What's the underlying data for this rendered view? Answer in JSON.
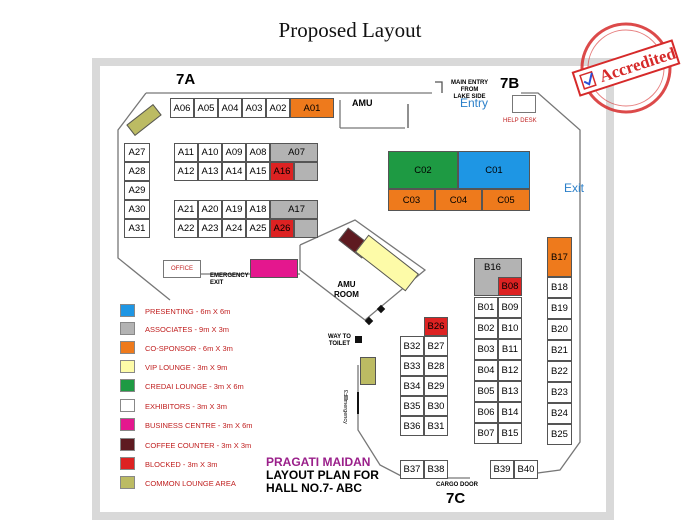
{
  "page": {
    "title": "Proposed Layout"
  },
  "stamp": {
    "text": "Accredited"
  },
  "labels": {
    "zone_7a": "7A",
    "zone_7b": "7B",
    "zone_7c": "7C",
    "amu": "AMU",
    "amu_room": "AMU\nROOM",
    "main_entry": "MAIN ENTRY\nFROM\nLAKE SIDE",
    "entry": "Entry",
    "help_desk": "HELP DESK",
    "exit": "Exit",
    "office": "OFFICE",
    "emergency_exit": "EMERGENCY\nEXIT",
    "way_to_toilet": "WAY TO\nTOILET",
    "emergency_side": "Emergency",
    "side_code": "EF3",
    "cargo_door": "CARGO DOOR"
  },
  "plan_title": {
    "line1": "PRAGATI MAIDAN",
    "line2": "LAYOUT PLAN FOR",
    "line3": "HALL NO.7- ABC"
  },
  "legend": [
    {
      "label": "PRESENTING - 6m X 6m",
      "color": "#1e96e4"
    },
    {
      "label": "ASSOCIATES - 9m X 3m",
      "color": "#b3b3b3"
    },
    {
      "label": "CO-SPONSOR - 6m X 3m",
      "color": "#ee7a1c"
    },
    {
      "label": "VIP LOUNGE - 3m X 9m",
      "color": "#fdfba8"
    },
    {
      "label": "CREDAI LOUNGE - 3m X 6m",
      "color": "#1e9a43"
    },
    {
      "label": "EXHIBITORS - 3m X 3m",
      "color": "#ffffff"
    },
    {
      "label": "BUSINESS CENTRE - 3m X 6m",
      "color": "#e4178e"
    },
    {
      "label": "COFFEE COUNTER - 3m X 3m",
      "color": "#5e1a20"
    },
    {
      "label": "BLOCKED - 3m X 3m",
      "color": "#dd2222"
    },
    {
      "label": "COMMON LOUNGE AREA",
      "color": "#bcbb63"
    }
  ],
  "stalls": {
    "A01": "A01",
    "A02": "A02",
    "A03": "A03",
    "A04": "A04",
    "A05": "A05",
    "A06": "A06",
    "A07": "A07",
    "A08": "A08",
    "A09": "A09",
    "A10": "A10",
    "A11": "A11",
    "A12": "A12",
    "A13": "A13",
    "A14": "A14",
    "A15": "A15",
    "A16": "A16",
    "A17": "A17",
    "A18": "A18",
    "A19": "A19",
    "A20": "A20",
    "A21": "A21",
    "A22": "A22",
    "A23": "A23",
    "A24": "A24",
    "A25": "A25",
    "A26": "A26",
    "A27": "A27",
    "A28": "A28",
    "A29": "A29",
    "A30": "A30",
    "A31": "A31",
    "C01": "C01",
    "C02": "C02",
    "C03": "C03",
    "C04": "C04",
    "C05": "C05",
    "B01": "B01",
    "B02": "B02",
    "B03": "B03",
    "B04": "B04",
    "B05": "B05",
    "B06": "B06",
    "B07": "B07",
    "B08": "B08",
    "B09": "B09",
    "B10": "B10",
    "B11": "B11",
    "B12": "B12",
    "B13": "B13",
    "B14": "B14",
    "B15": "B15",
    "B16": "B16",
    "B17": "B17",
    "B18": "B18",
    "B19": "B19",
    "B20": "B20",
    "B21": "B21",
    "B22": "B22",
    "B23": "B23",
    "B24": "B24",
    "B25": "B25",
    "B26": "B26",
    "B27": "B27",
    "B28": "B28",
    "B29": "B29",
    "B30": "B30",
    "B31": "B31",
    "B32": "B32",
    "B33": "B33",
    "B34": "B34",
    "B35": "B35",
    "B36": "B36",
    "B37": "B37",
    "B38": "B38",
    "B39": "B39",
    "B40": "B40"
  }
}
